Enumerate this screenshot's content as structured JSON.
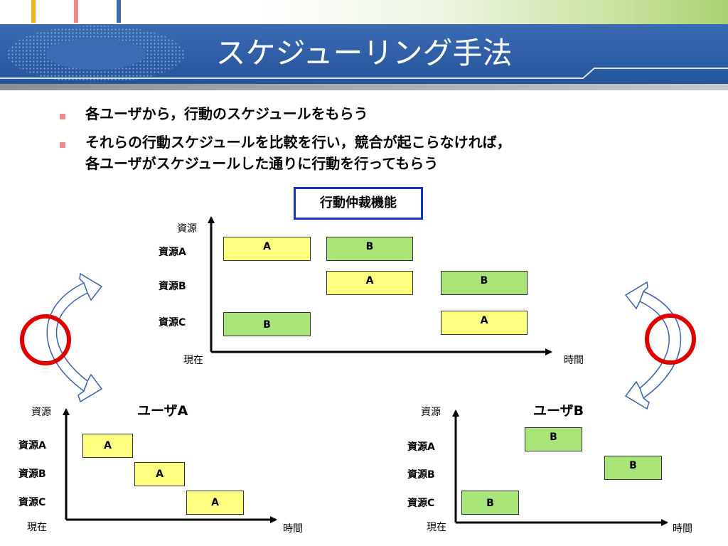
{
  "title": "スケジューリング手法",
  "bullets": [
    "各ユーザから，行動のスケジュールをもらう",
    "それらの行動スケジュールを比較を行い，競合が起こらなければ，",
    "各ユーザがスケジュールした通りに行動を行ってもらう"
  ],
  "arbiter_label": "行動仲裁機能",
  "axis": {
    "y_label": "資源",
    "origin_label": "現在",
    "x_label": "時間"
  },
  "resources": [
    "資源A",
    "資源B",
    "資源C"
  ],
  "main_schedule": {
    "rows": [
      [
        "A",
        "B"
      ],
      [
        "A",
        "B"
      ],
      [
        "B",
        "A"
      ]
    ]
  },
  "user_a": {
    "title": "ユーザA",
    "blocks": [
      "A",
      "A",
      "A"
    ]
  },
  "user_b": {
    "title": "ユーザB",
    "blocks": [
      "B",
      "B",
      "B"
    ]
  },
  "colors": {
    "user_a": "#ffff80",
    "user_b": "#a8e67a",
    "accent_circle": "#e00000",
    "arbiter_border": "#1133cc"
  }
}
